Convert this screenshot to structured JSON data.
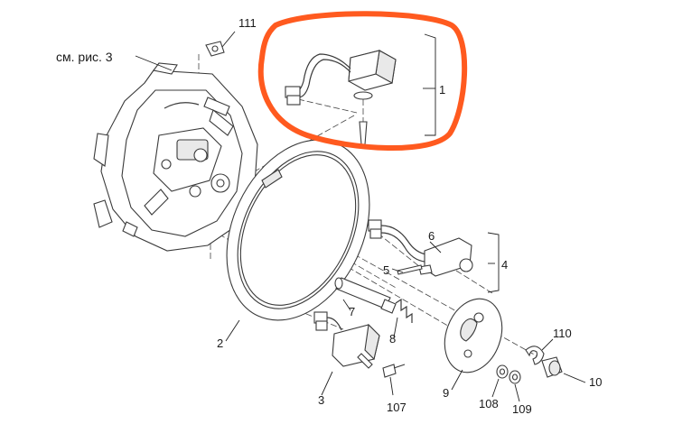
{
  "reference": "см. рис. 3",
  "highlight": {
    "color": "#ff5a1f",
    "target_callout": "1"
  },
  "callouts": {
    "c1": "1",
    "c2": "2",
    "c3": "3",
    "c4": "4",
    "c5": "5",
    "c6": "6",
    "c7": "7",
    "c8": "8",
    "c9": "9",
    "c10": "10",
    "c107": "107",
    "c108": "108",
    "c109": "109",
    "c110": "110",
    "c111": "111"
  },
  "colors": {
    "line": "#3a3a3a",
    "shade": "#e9e9e9",
    "background": "#ffffff"
  }
}
